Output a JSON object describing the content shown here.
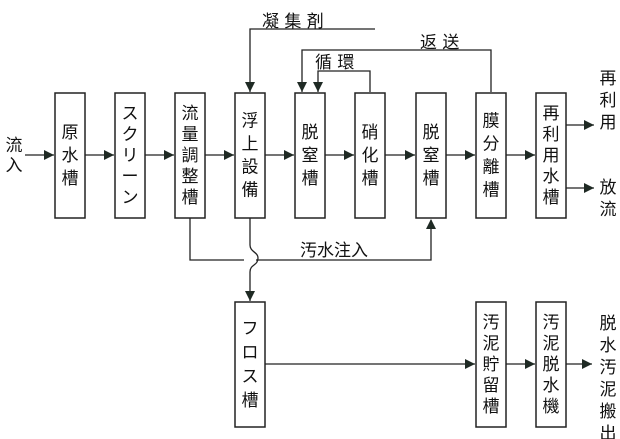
{
  "diagram": {
    "inflow_label": "流入",
    "main_line": [
      {
        "id": "raw-water-tank",
        "label": "原水槽"
      },
      {
        "id": "screen",
        "label": "スクリーン"
      },
      {
        "id": "flow-adjustment-tank",
        "label": "流量調整槽"
      },
      {
        "id": "flotation-unit",
        "label": "浮上設備"
      },
      {
        "id": "denitrification-tank-1",
        "label": "脱窒槽"
      },
      {
        "id": "nitrification-tank",
        "label": "硝化槽"
      },
      {
        "id": "denitrification-tank-2",
        "label": "脱窒槽"
      },
      {
        "id": "membrane-separation-tank",
        "label": "膜分離槽"
      },
      {
        "id": "reuse-water-tank",
        "label": "再利用水槽"
      }
    ],
    "outputs": {
      "reuse": "再利用",
      "discharge": "放流"
    },
    "annotations": {
      "coagulant": "凝 集 剤",
      "return": "返 送",
      "circulation": "循 環",
      "sewage_injection": "汚水注入"
    },
    "sludge_line": [
      {
        "id": "froth-tank",
        "label": "フロス槽"
      },
      {
        "id": "sludge-storage-tank",
        "label": "汚泥貯留槽"
      },
      {
        "id": "sludge-dewatering-machine",
        "label": "汚泥脱水機"
      }
    ],
    "sludge_output": "脱水汚泥搬出"
  }
}
